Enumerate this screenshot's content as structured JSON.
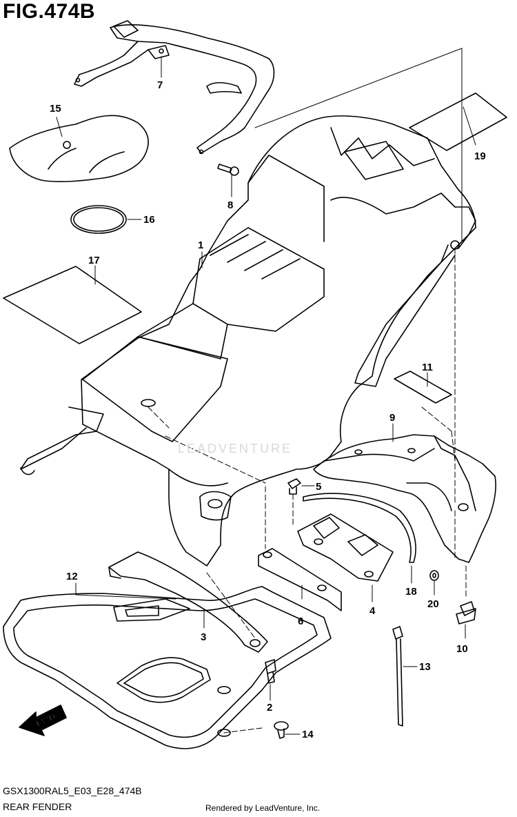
{
  "figure": {
    "title": "FIG.474B",
    "code": "GSX1300RAL5_E03_E28_474B",
    "caption": "REAR FENDER",
    "rendered_by": "Rendered by LeadVenture, Inc.",
    "watermark": "LEADVENTURE"
  },
  "fwd_label": "FWD",
  "callouts": [
    "1",
    "2",
    "3",
    "4",
    "5",
    "6",
    "7",
    "8",
    "9",
    "10",
    "11",
    "12",
    "13",
    "14",
    "15",
    "16",
    "17",
    "18",
    "19",
    "20"
  ]
}
